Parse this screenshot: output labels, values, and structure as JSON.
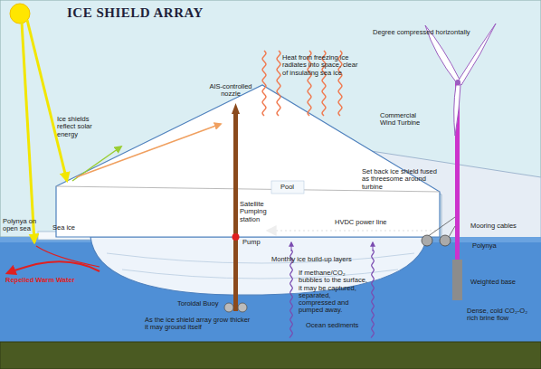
{
  "diagram": {
    "title": "ICE SHIELD ARRAY",
    "labels": [
      "Ice shields reflect solar energy",
      "Heat from freezing ice radiates into space, clear of insulating sea ice",
      "Degree compressed horizontally",
      "AIS-controlled nozzle",
      "Commercial Wind Turbine",
      "Pool",
      "Set back ice shield fused as threesome around turbine",
      "Satellite Pumping station",
      "Polynya on open sea",
      "Sea ice",
      "HVDC power line",
      "Pump",
      "Monthly ice build-up layers",
      "Mooring cables",
      "Polynya",
      "Repelled Warm Water",
      "Toroidal Buoy",
      "If methane/CO₂ bubbles to the surface, it may be captured, separated, compressed and pumped away.",
      "Weighted base",
      "As the ice shield array grow thicker it may ground itself",
      "Ocean sediments",
      "Dense, cold CO₂-O₂ rich brine flow"
    ]
  }
}
